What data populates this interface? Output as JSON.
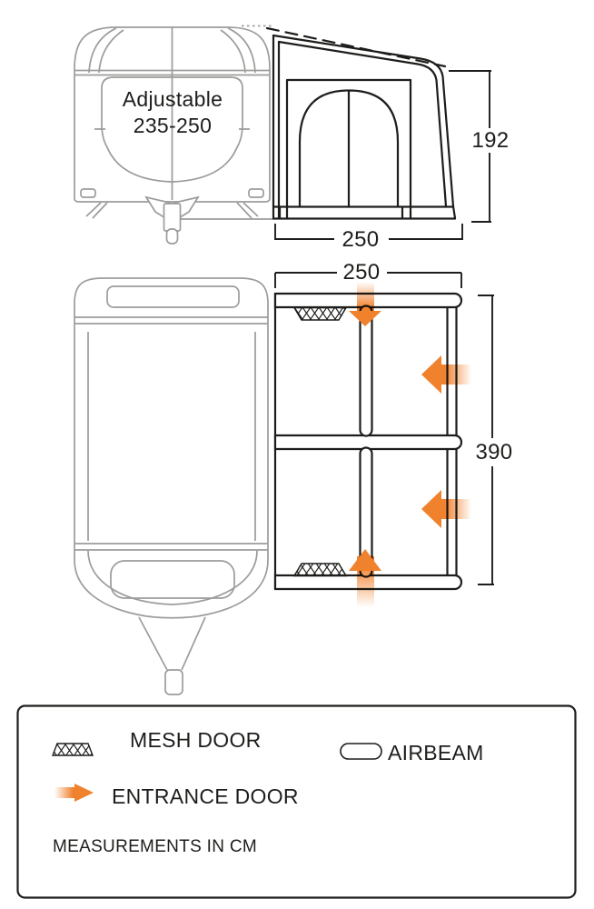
{
  "side_view": {
    "caravan_label_line1": "Adjustable",
    "caravan_label_line2": "235-250",
    "height_cm": "192",
    "depth_cm": "250"
  },
  "floor_plan": {
    "width_cm": "250",
    "length_cm": "390"
  },
  "legend": {
    "mesh_door_label": "MESH DOOR",
    "airbeam_label": "AIRBEAM",
    "entrance_door_label": "ENTRANCE DOOR",
    "measurements_note": "MEASUREMENTS IN CM"
  },
  "colors": {
    "accent_orange": "#f0812d",
    "caravan_gray": "#9c9c9b",
    "line_black": "#1d1d1b"
  }
}
